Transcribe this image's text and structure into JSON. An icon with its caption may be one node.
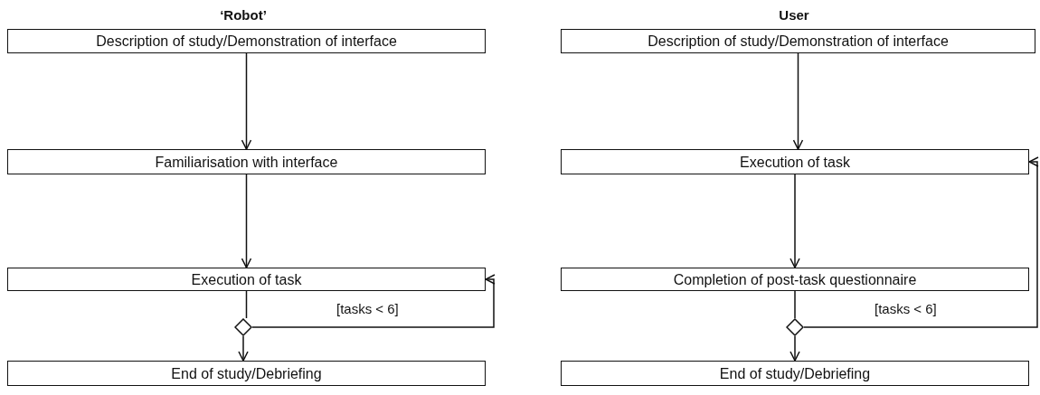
{
  "diagram": {
    "nodes": [
      {
        "text": [
          "Description of study/Demonstration of interface"
        ]
      },
      {
        "text": [
          "Familiarisation with interface"
        ]
      },
      {
        "text": [
          "Execution of task"
        ]
      },
      {
        "text": [],
        "shape": "diamond"
      },
      {
        "text": [
          "End of study/Debriefing"
        ]
      },
      {
        "text": [
          "Description of study/Demonstration of interface"
        ]
      },
      {
        "text": [
          "Execution of task"
        ]
      },
      {
        "text": [
          "Completion of post-task questionnaire"
        ]
      },
      {
        "text": [],
        "shape": "diamond"
      },
      {
        "text": [
          "End of study/Debriefing"
        ]
      }
    ],
    "edges": [
      {
        "from": 0,
        "to": 1,
        "arrow": "to"
      },
      {
        "from": 1,
        "to": 2,
        "arrow": "to"
      },
      {
        "from": 2,
        "to": 3,
        "arrow": "none"
      },
      {
        "from": 3,
        "to": 4,
        "arrow": "to"
      },
      {
        "from": 3,
        "to": 2,
        "arrow": "to",
        "label": "[tasks < 6]"
      },
      {
        "from": 5,
        "to": 6,
        "arrow": "to"
      },
      {
        "from": 6,
        "to": 7,
        "arrow": "to"
      },
      {
        "from": 7,
        "to": 8,
        "arrow": "none"
      },
      {
        "from": 8,
        "to": 9,
        "arrow": "to"
      },
      {
        "from": 8,
        "to": 6,
        "arrow": "to",
        "label": "[tasks < 6]"
      }
    ],
    "labels": [
      "‘Robot’",
      "User"
    ]
  }
}
